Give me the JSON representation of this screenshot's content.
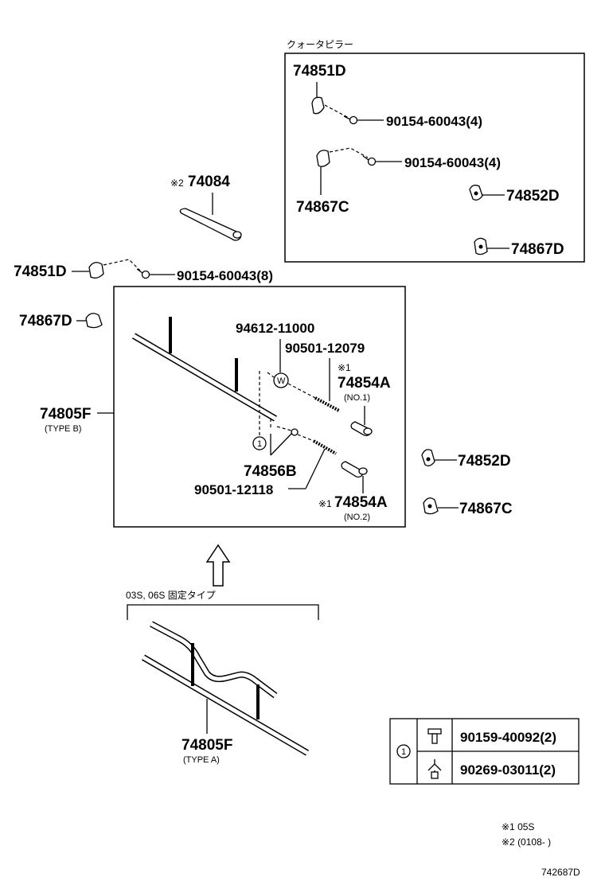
{
  "inset": {
    "header": "クォータピラー",
    "labels": {
      "p74851d": "74851D",
      "screw1": "90154-60043(4)",
      "screw2": "90154-60043(4)",
      "p74867c": "74867C",
      "p74852d": "74852D",
      "p74867d": "74867D"
    }
  },
  "left": {
    "p74084_mark": "※2",
    "p74084": "74084",
    "p74851d": "74851D",
    "screw": "90154-60043(8)",
    "p74867d": "74867D",
    "p74805f_b": "74805F",
    "type_b": "(TYPE B)"
  },
  "assembly": {
    "p94612": "94612-11000",
    "p90501a": "90501-12079",
    "note_mark1": "※1",
    "p74854a_1": "74854A",
    "no1": "(NO.1)",
    "p74856b": "74856B",
    "p90501b": "90501-12118",
    "note_mark2": "※1",
    "p74854a_2": "74854A",
    "no2": "(NO.2)",
    "circle_w": "W",
    "circle_1": "1"
  },
  "right": {
    "p74852d": "74852D",
    "p74867c": "74867C"
  },
  "lower": {
    "variant_note": "03S, 06S 固定タイプ",
    "p74805f_a": "74805F",
    "type_a": "(TYPE A)"
  },
  "table": {
    "key": "1",
    "rows": [
      {
        "part": "90159-40092(2)"
      },
      {
        "part": "90269-03011(2)"
      }
    ]
  },
  "footnotes": {
    "note1": "※1 05S",
    "note2": "※2 (0108-      )",
    "diagram_id": "742687D"
  }
}
